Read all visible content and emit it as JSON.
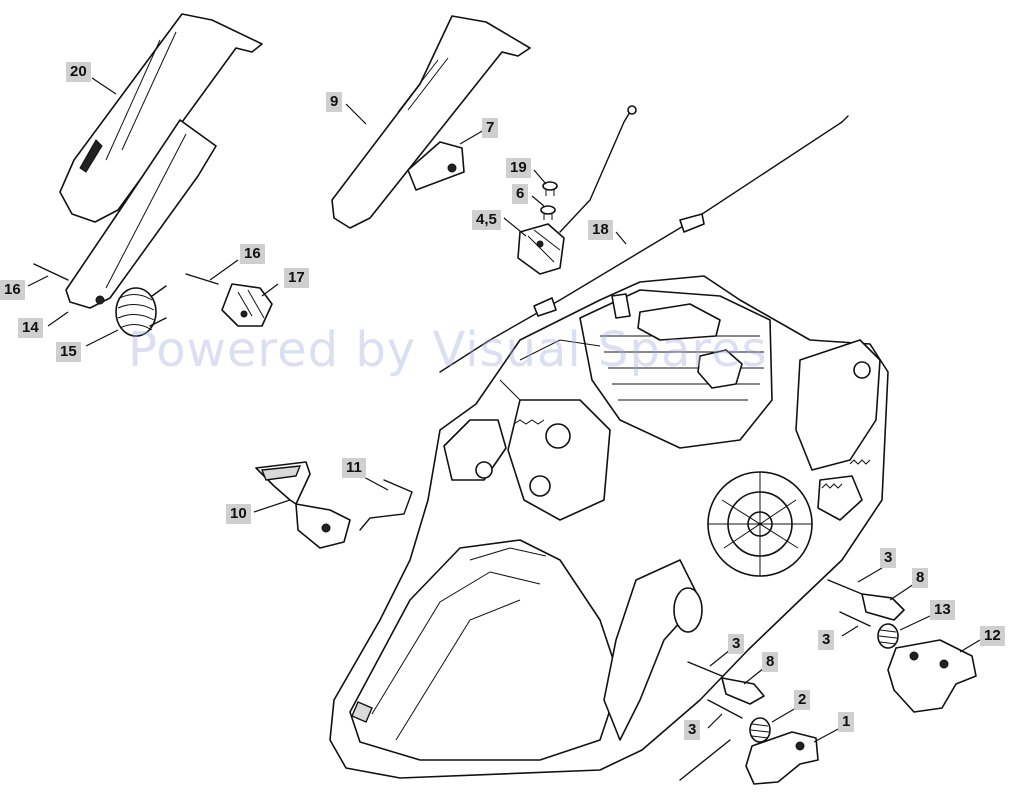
{
  "watermark": "Powered by Visual Spares",
  "colors": {
    "label_bg": "#cfcfcf",
    "line": "#111111",
    "watermark": "#a0aadc"
  },
  "labels": {
    "l20": "20",
    "l9": "9",
    "l7": "7",
    "l19": "19",
    "l6": "6",
    "l45": "4,5",
    "l18": "18",
    "l16a": "16",
    "l16b": "16",
    "l17": "17",
    "l14": "14",
    "l15": "15",
    "l11": "11",
    "l10": "10",
    "l3a": "3",
    "l8a": "8",
    "l13": "13",
    "l3b": "3",
    "l12": "12",
    "l3c": "3",
    "l8b": "8",
    "l2": "2",
    "l3d": "3",
    "l1": "1"
  }
}
